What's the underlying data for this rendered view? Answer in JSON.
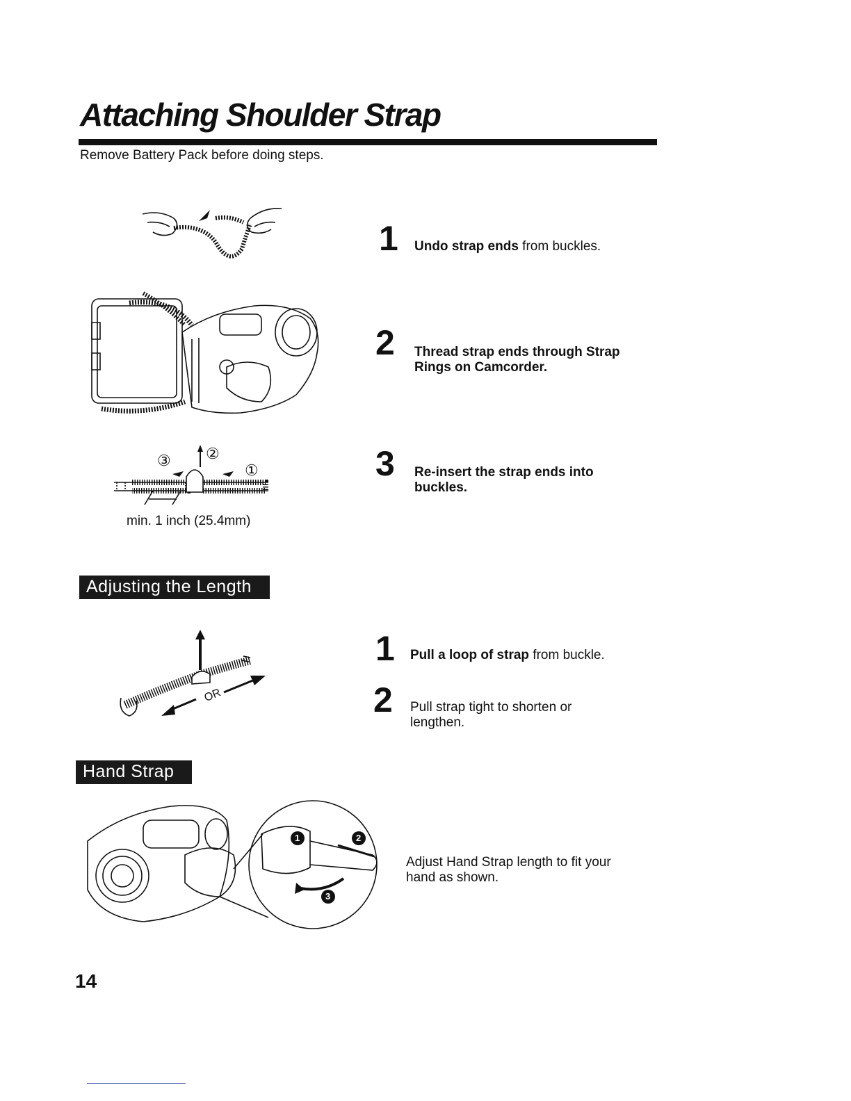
{
  "header": {
    "title": "Attaching Shoulder Strap",
    "subtitle": "Remove Battery Pack before doing steps."
  },
  "shoulder_steps": [
    {
      "number": "1",
      "bold": "Undo strap ends",
      "text": " from buckles."
    },
    {
      "number": "2",
      "bold": "Thread strap ends through Strap Rings on Camcorder.",
      "text": ""
    },
    {
      "number": "3",
      "bold": "Re-insert the strap ends into buckles.",
      "text": ""
    }
  ],
  "buckle_diagram": {
    "markers": [
      "③",
      "②",
      "①"
    ],
    "caption": "min. 1 inch (25.4mm)"
  },
  "adjusting": {
    "heading": "Adjusting the Length",
    "diagram_label": "OR",
    "steps": [
      {
        "number": "1",
        "bold": "Pull a loop of strap",
        "text": " from buckle."
      },
      {
        "number": "2",
        "bold": "",
        "text": "Pull strap tight to shorten or lengthen."
      }
    ]
  },
  "hand_strap": {
    "heading": "Hand Strap",
    "markers": [
      "1",
      "2",
      "3"
    ],
    "text": "Adjust Hand Strap length to fit your hand as shown."
  },
  "page_number": "14"
}
